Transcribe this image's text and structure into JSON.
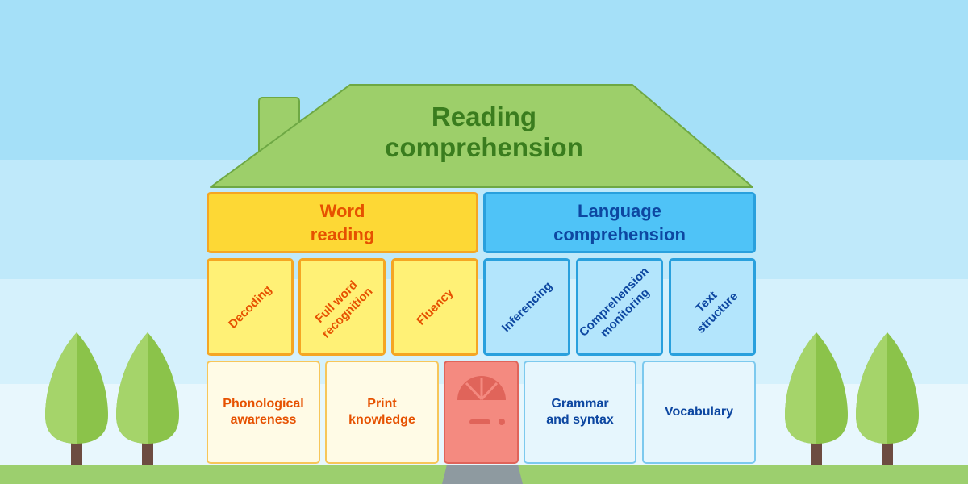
{
  "roof": {
    "title": "Reading\ncomprehension"
  },
  "word_reading": {
    "header": "Word\nreading",
    "subskills": [
      "Decoding",
      "Full word\nrecognition",
      "Fluency"
    ],
    "foundations": [
      "Phonological\nawareness",
      "Print\nknowledge"
    ]
  },
  "language_comprehension": {
    "header": "Language\ncomprehension",
    "subskills": [
      "Inferencing",
      "Comprehension\nmonitoring",
      "Text\nstructure"
    ],
    "foundations": [
      "Grammar\nand syntax",
      "Vocabulary"
    ]
  },
  "colors": {
    "sky_top": "#a5e0f8",
    "roof": "#9dcf6a",
    "roof_text": "#3a7d1e",
    "word_header": "#fdd835",
    "word_sub": "#fff176",
    "word_text": "#e65100",
    "lang_header": "#4fc3f7",
    "lang_sub": "#b3e5fc",
    "lang_text": "#0d47a1",
    "door": "#f48a80",
    "tree": "#8bc34a",
    "trunk": "#6d4c41"
  }
}
